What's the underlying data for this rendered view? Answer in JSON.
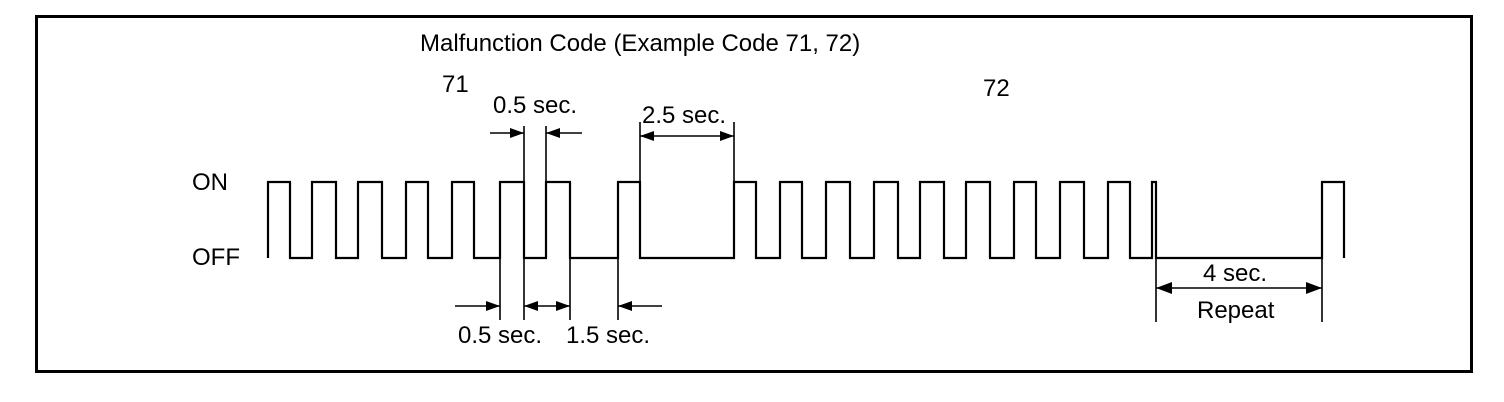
{
  "title": "Malfunction Code (Example Code 71, 72)",
  "code_labels": {
    "first": "71",
    "second": "72"
  },
  "levels": {
    "on": "ON",
    "off": "OFF"
  },
  "dimensions": {
    "on_pulse": "0.5 sec.",
    "code_gap": "2.5 sec.",
    "off_pulse": "0.5 sec.",
    "digit_gap": "1.5 sec.",
    "repeat_interval": "4 sec.",
    "repeat_label": "Repeat"
  }
}
